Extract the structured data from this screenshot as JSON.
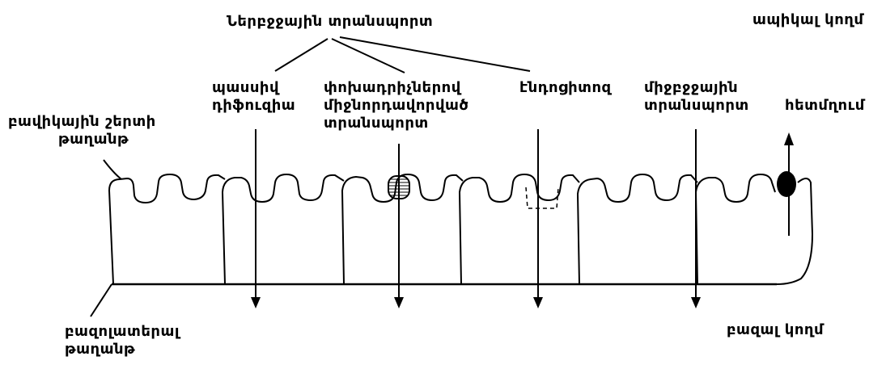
{
  "labels": {
    "intracellular_transport": "Ներբջջային տրանսպորտ",
    "apical_side": "ապիկալ կողմ",
    "passive_diffusion": [
      "պասսիվ",
      "դիֆուզիա"
    ],
    "carrier_mediated": [
      "փոխադրիչներով",
      "միջնորդավորված",
      "տրանսպորտ"
    ],
    "endocytosis": "էնդոցիտոզ",
    "paracellular": [
      "միջբջջային",
      "տրանսպորտ"
    ],
    "efflux": "հետմղում",
    "brush_border_membrane": [
      "բավիկային շերտի",
      "թաղանթ"
    ],
    "basolateral_membrane": [
      "բազոլատերալ",
      "թաղանթ"
    ],
    "basal_side": "բազալ կողմ"
  },
  "colors": {
    "ink": "#000000",
    "background": "#ffffff"
  }
}
